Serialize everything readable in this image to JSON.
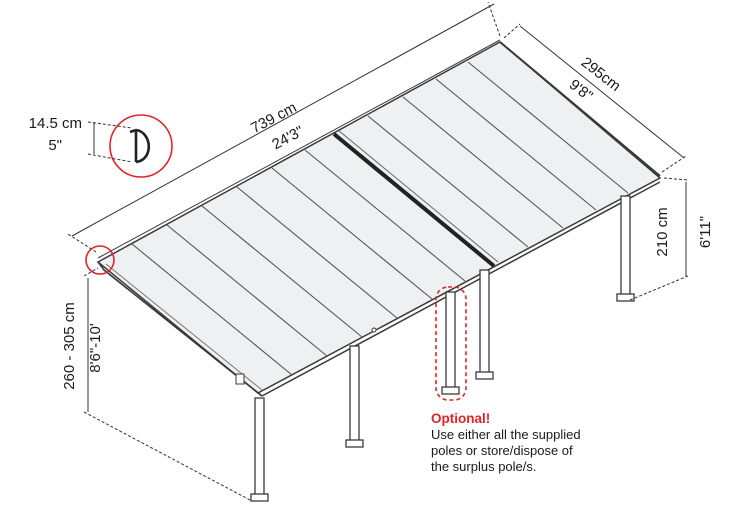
{
  "dimensions": {
    "length_metric": "739 cm",
    "length_imperial": "24'3\"",
    "width_metric": "295cm",
    "width_imperial": "9'8\"",
    "height_front_metric": "210 cm",
    "height_front_imperial": "6'11\"",
    "height_back_metric": "260 - 305 cm",
    "height_back_imperial": "8'6\"-10'",
    "gutter_metric": "14.5 cm",
    "gutter_imperial": "5\""
  },
  "note": {
    "title": "Optional!",
    "lines": [
      "Use either all the supplied",
      "poles or store/dispose of",
      "the surplus pole/s."
    ]
  },
  "colors": {
    "accent_red": "#e0242a",
    "line": "#3a3a3a",
    "panel_fill": "#eef1f2"
  }
}
